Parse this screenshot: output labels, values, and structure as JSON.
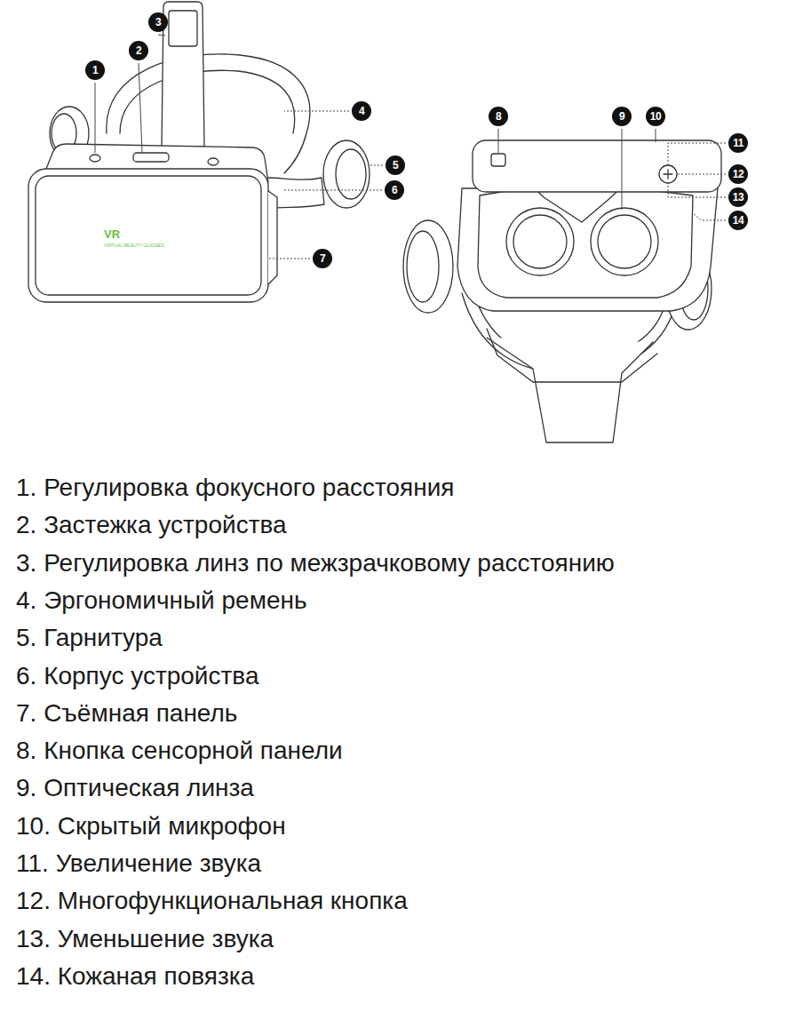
{
  "diagram": {
    "nodes": [
      {
        "text": [
          "1"
        ]
      },
      {
        "text": [
          "2"
        ]
      },
      {
        "text": [
          "3"
        ]
      },
      {
        "text": [
          "4"
        ]
      },
      {
        "text": [
          "5"
        ]
      },
      {
        "text": [
          "6"
        ]
      },
      {
        "text": [
          "7"
        ]
      },
      {
        "text": [
          "8"
        ]
      },
      {
        "text": [
          "9"
        ]
      },
      {
        "text": [
          "10"
        ]
      },
      {
        "text": [
          "11"
        ]
      },
      {
        "text": [
          "12"
        ]
      },
      {
        "text": [
          "13"
        ]
      },
      {
        "text": [
          "14"
        ]
      }
    ],
    "labels": [
      "VR",
      "VIRTUAL REALITY GLASSES",
      "1. Регулировка фокусного расстояния",
      "2. Застежка устройства",
      "3. Регулировка линз по межзрачковому расстоянию",
      "4. Эргономичный ремень",
      "5. Гарнитура",
      "6. Корпус устройства",
      "7. Съёмная панель",
      "8. Кнопка сенсорной панели",
      "9. Оптическая линза",
      "10. Скрытый микрофон",
      "11. Увеличение звука",
      "12. Многофункциональная кнопка",
      "13. Уменьшение звука",
      "14. Кожаная повязка"
    ]
  }
}
